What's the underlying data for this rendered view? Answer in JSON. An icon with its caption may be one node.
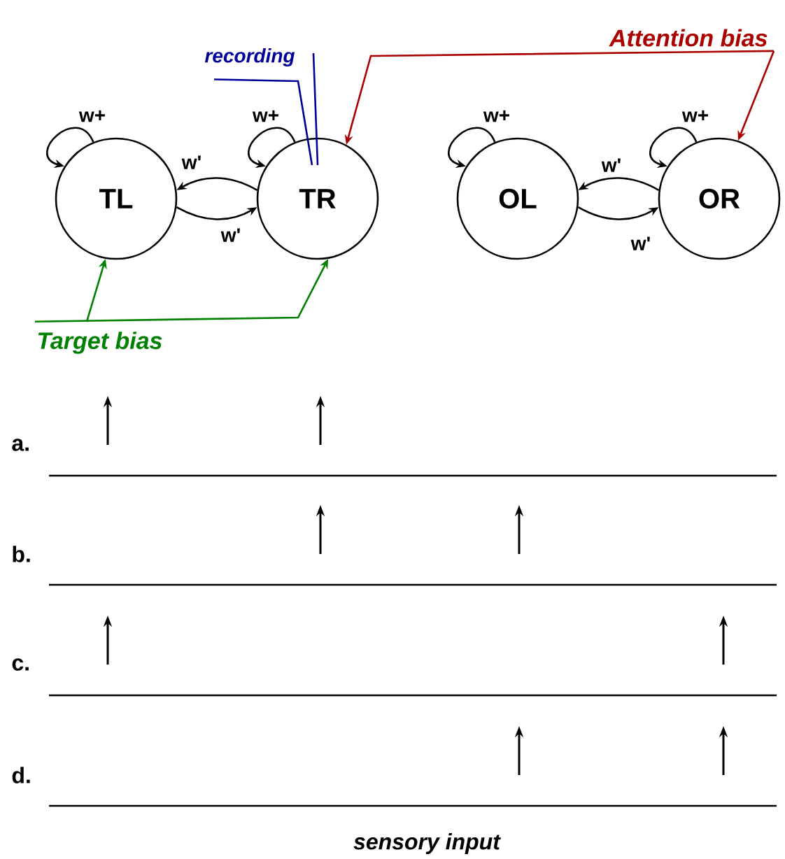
{
  "diagram": {
    "nodes": [
      {
        "text": [
          "TL"
        ]
      },
      {
        "text": [
          "TR"
        ]
      },
      {
        "text": [
          "OL"
        ]
      },
      {
        "text": [
          "OR"
        ]
      },
      {
        "text": [
          "Target bias"
        ]
      },
      {
        "text": [
          "Attention bias"
        ]
      },
      {
        "text": [
          "recording"
        ]
      }
    ],
    "edges": [
      {
        "from": 0,
        "to": 0,
        "arrow": "to",
        "label": "w+"
      },
      {
        "from": 1,
        "to": 1,
        "arrow": "to",
        "label": "w+"
      },
      {
        "from": 2,
        "to": 2,
        "arrow": "to",
        "label": "w+"
      },
      {
        "from": 3,
        "to": 3,
        "arrow": "to",
        "label": "w+"
      },
      {
        "from": 1,
        "to": 0,
        "arrow": "to",
        "label": "w'"
      },
      {
        "from": 0,
        "to": 1,
        "arrow": "to",
        "label": "w'"
      },
      {
        "from": 3,
        "to": 2,
        "arrow": "to",
        "label": "w'"
      },
      {
        "from": 2,
        "to": 3,
        "arrow": "to",
        "label": "w'"
      },
      {
        "from": 4,
        "to": 0,
        "arrow": "to",
        "color": "#008000"
      },
      {
        "from": 4,
        "to": 1,
        "arrow": "to",
        "color": "#008000"
      },
      {
        "from": 5,
        "to": 1,
        "arrow": "to",
        "color": "#aa0000"
      },
      {
        "from": 5,
        "to": 3,
        "arrow": "to",
        "color": "#aa0000"
      },
      {
        "from": 6,
        "to": 1,
        "arrow": "none",
        "color": "#000099"
      },
      {
        "from": 6,
        "to": 1,
        "arrow": "none",
        "color": "#000099"
      }
    ],
    "labels": [
      "a.",
      "b.",
      "c.",
      "d.",
      "sensory input"
    ]
  }
}
